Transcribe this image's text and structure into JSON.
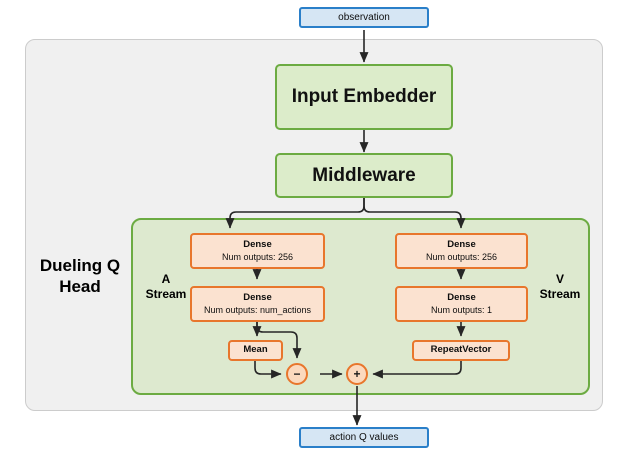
{
  "diagram": {
    "type": "flowchart",
    "title_label": "Dueling Q Head",
    "io": {
      "input_label": "observation",
      "output_label": "action Q values"
    },
    "backbone": [
      {
        "label": "Input Embedder"
      },
      {
        "label": "Middleware"
      }
    ],
    "streams": {
      "a_stream_label": "A\nStream",
      "a_stream_line1": "A",
      "a_stream_line2": "Stream",
      "v_stream_line1": "V",
      "v_stream_line2": "Stream",
      "a_nodes": [
        {
          "title": "Dense",
          "sub": "Num outputs: 256"
        },
        {
          "title": "Dense",
          "sub": "Num outputs: num_actions"
        },
        {
          "title": "Mean",
          "sub": ""
        }
      ],
      "v_nodes": [
        {
          "title": "Dense",
          "sub": "Num outputs: 256"
        },
        {
          "title": "Dense",
          "sub": "Num outputs: 1"
        },
        {
          "title": "RepeatVector",
          "sub": ""
        }
      ]
    },
    "operators": [
      {
        "symbol": "−",
        "name": "subtract"
      },
      {
        "symbol": "+",
        "name": "add"
      }
    ],
    "colors": {
      "io_fill": "#d6e6f4",
      "io_stroke": "#2a7fc9",
      "block_fill": "#dcecca",
      "block_stroke": "#6cab42",
      "layer_fill": "#fbe2d0",
      "layer_stroke": "#e8762c",
      "outer_fill": "#f0f0f0",
      "outer_stroke": "#cccccc",
      "stream_fill": "#dde9cf",
      "edge": "#262626",
      "page_bg": "#ffffff"
    }
  }
}
